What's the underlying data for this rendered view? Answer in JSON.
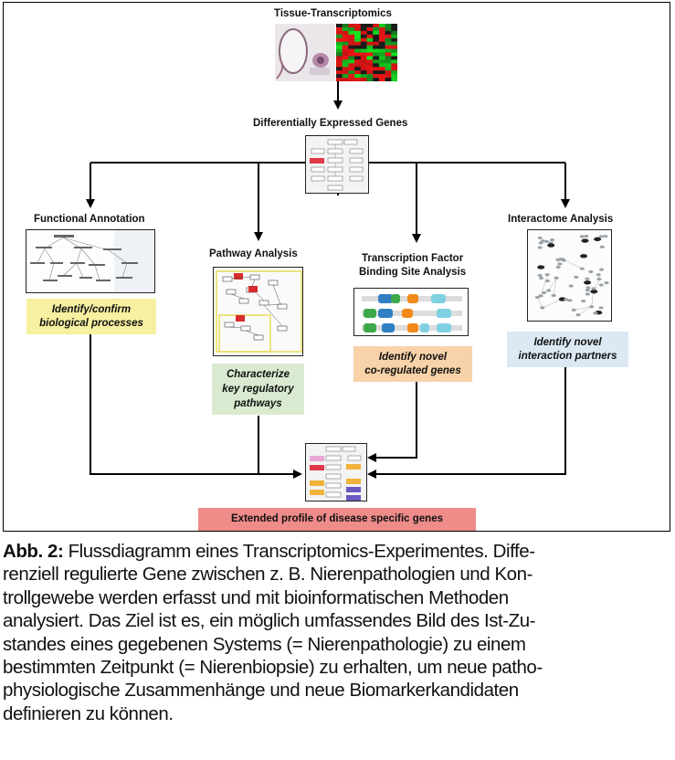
{
  "diagram": {
    "top_title": "Tissue-Transcriptomics",
    "deg_title": "Differentially Expressed Genes",
    "branches": [
      {
        "title": "Functional Annotation",
        "box_lines": [
          "Identify/confirm",
          "biological processes"
        ],
        "box_color": "#f6f0a0"
      },
      {
        "title": "Pathway Analysis",
        "box_lines": [
          "Characterize",
          "key regulatory",
          "pathways"
        ],
        "box_color": "#d9ead0"
      },
      {
        "title_lines": [
          "Transcription Factor",
          "Binding Site Analysis"
        ],
        "box_lines": [
          "Identify novel",
          "co-regulated genes"
        ],
        "box_color": "#f8d2a8"
      },
      {
        "title": "Interactome Analysis",
        "box_lines": [
          "Identify novel",
          "interaction partners"
        ],
        "box_color": "#dce8f3"
      }
    ],
    "result_label": "Extended profile of disease specific genes",
    "result_color": "#ee8c8a"
  },
  "caption": {
    "label": "Abb. 2:",
    "lines": [
      "Flussdiagramm eines Transcriptomics-Experimentes. Diffe-",
      "renziell regulierte Gene zwischen z. B. Nierenpathologien und Kon-",
      "trollgewebe werden erfasst und mit bioinformatischen Methoden",
      "analysiert. Das Ziel ist es, ein möglich umfassendes Bild des Ist-Zu-",
      "standes eines gegebenen Systems (= Nierenpathologie) zu einem",
      "bestimmten Zeitpunkt (= Nierenbiopsie) zu erhalten, um neue patho-",
      "physiologische Zusammenhänge und neue Biomarkerkandidaten",
      "definieren zu können."
    ]
  }
}
